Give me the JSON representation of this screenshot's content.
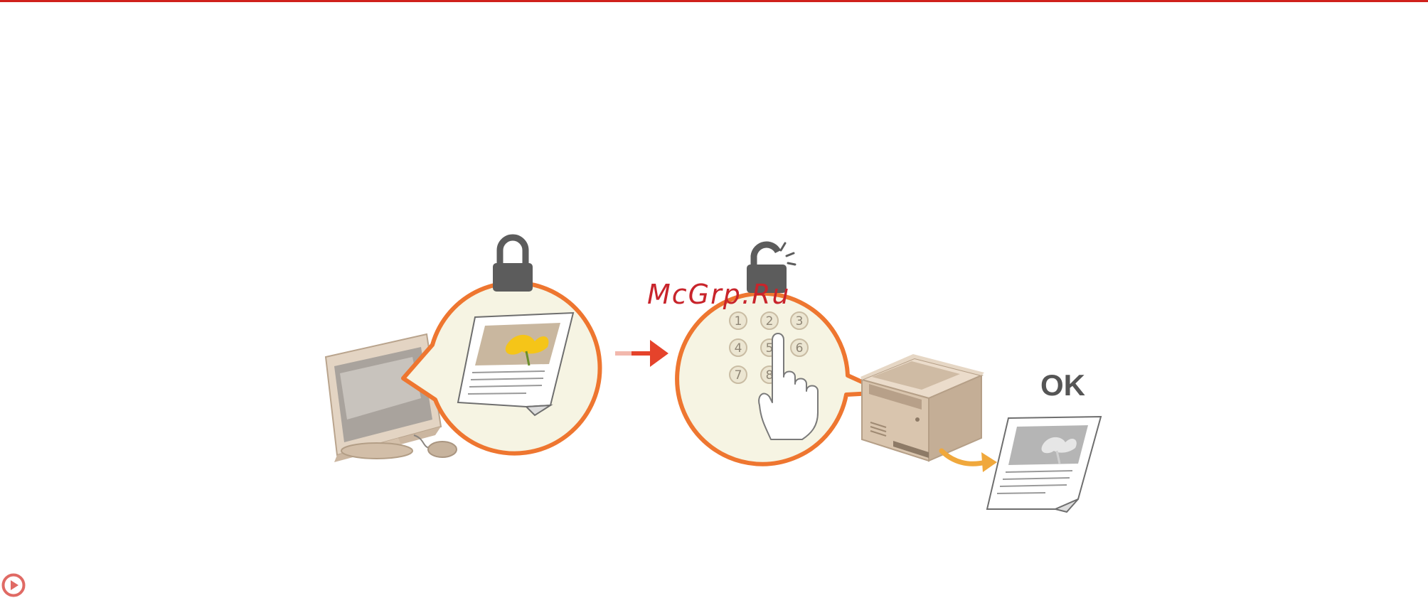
{
  "watermark": {
    "text": "McGrp.Ru"
  },
  "result": {
    "label": "OK"
  },
  "keypad": {
    "keys": [
      "1",
      "2",
      "3",
      "4",
      "5",
      "6",
      "7",
      "8"
    ]
  },
  "colors": {
    "accent_red": "#d0211c",
    "bubble_orange": "#ee7630",
    "bubble_fill": "#f6f4e3",
    "arrow_red": "#e5432b",
    "lock_gray": "#5c5c5c",
    "ok_gray": "#555555",
    "beige": "#d7c3ad",
    "watermark_red": "#c8242b",
    "play_red": "#e06a64"
  },
  "icons": {
    "computer": "desktop-computer-icon",
    "locked": "padlock-closed-icon",
    "unlocked": "padlock-open-icon",
    "printer": "printer-icon",
    "play": "play-icon"
  }
}
